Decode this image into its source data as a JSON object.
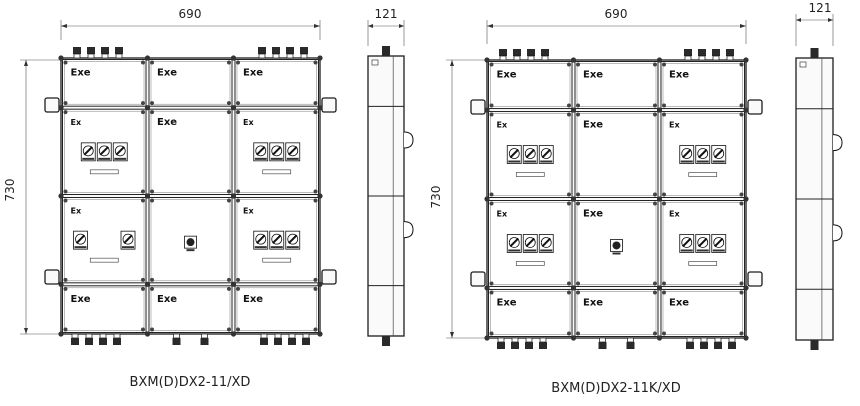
{
  "diagrams": [
    {
      "id": "left",
      "width_label": "690",
      "height_label": "730",
      "depth_label": "121",
      "model_label": "BXM(D)DX2-11/XD",
      "cells": [
        {
          "label": "Exe",
          "kind": "blank"
        },
        {
          "label": "Exe",
          "kind": "blank"
        },
        {
          "label": "Exe",
          "kind": "blank"
        },
        {
          "label": "Ex",
          "kind": "switches3"
        },
        {
          "label": "Exe",
          "kind": "blank"
        },
        {
          "label": "Ex",
          "kind": "switches3"
        },
        {
          "label": "Ex",
          "kind": "switches2"
        },
        {
          "label": "",
          "kind": "indicator"
        },
        {
          "label": "Ex",
          "kind": "switches3"
        },
        {
          "label": "Exe",
          "kind": "blank"
        },
        {
          "label": "Exe",
          "kind": "blank"
        },
        {
          "label": "Exe",
          "kind": "blank"
        }
      ]
    },
    {
      "id": "right",
      "width_label": "690",
      "height_label": "730",
      "depth_label": "121",
      "model_label": "BXM(D)DX2-11K/XD",
      "cells": [
        {
          "label": "Exe",
          "kind": "blank"
        },
        {
          "label": "Exe",
          "kind": "blank"
        },
        {
          "label": "Exe",
          "kind": "blank"
        },
        {
          "label": "Ex",
          "kind": "switches3"
        },
        {
          "label": "Exe",
          "kind": "blank"
        },
        {
          "label": "Ex",
          "kind": "switches3"
        },
        {
          "label": "Ex",
          "kind": "switches3"
        },
        {
          "label": "Exe",
          "kind": "indicator"
        },
        {
          "label": "Ex",
          "kind": "switches3"
        },
        {
          "label": "Exe",
          "kind": "blank"
        },
        {
          "label": "Exe",
          "kind": "blank"
        },
        {
          "label": "Exe",
          "kind": "blank"
        }
      ]
    }
  ]
}
